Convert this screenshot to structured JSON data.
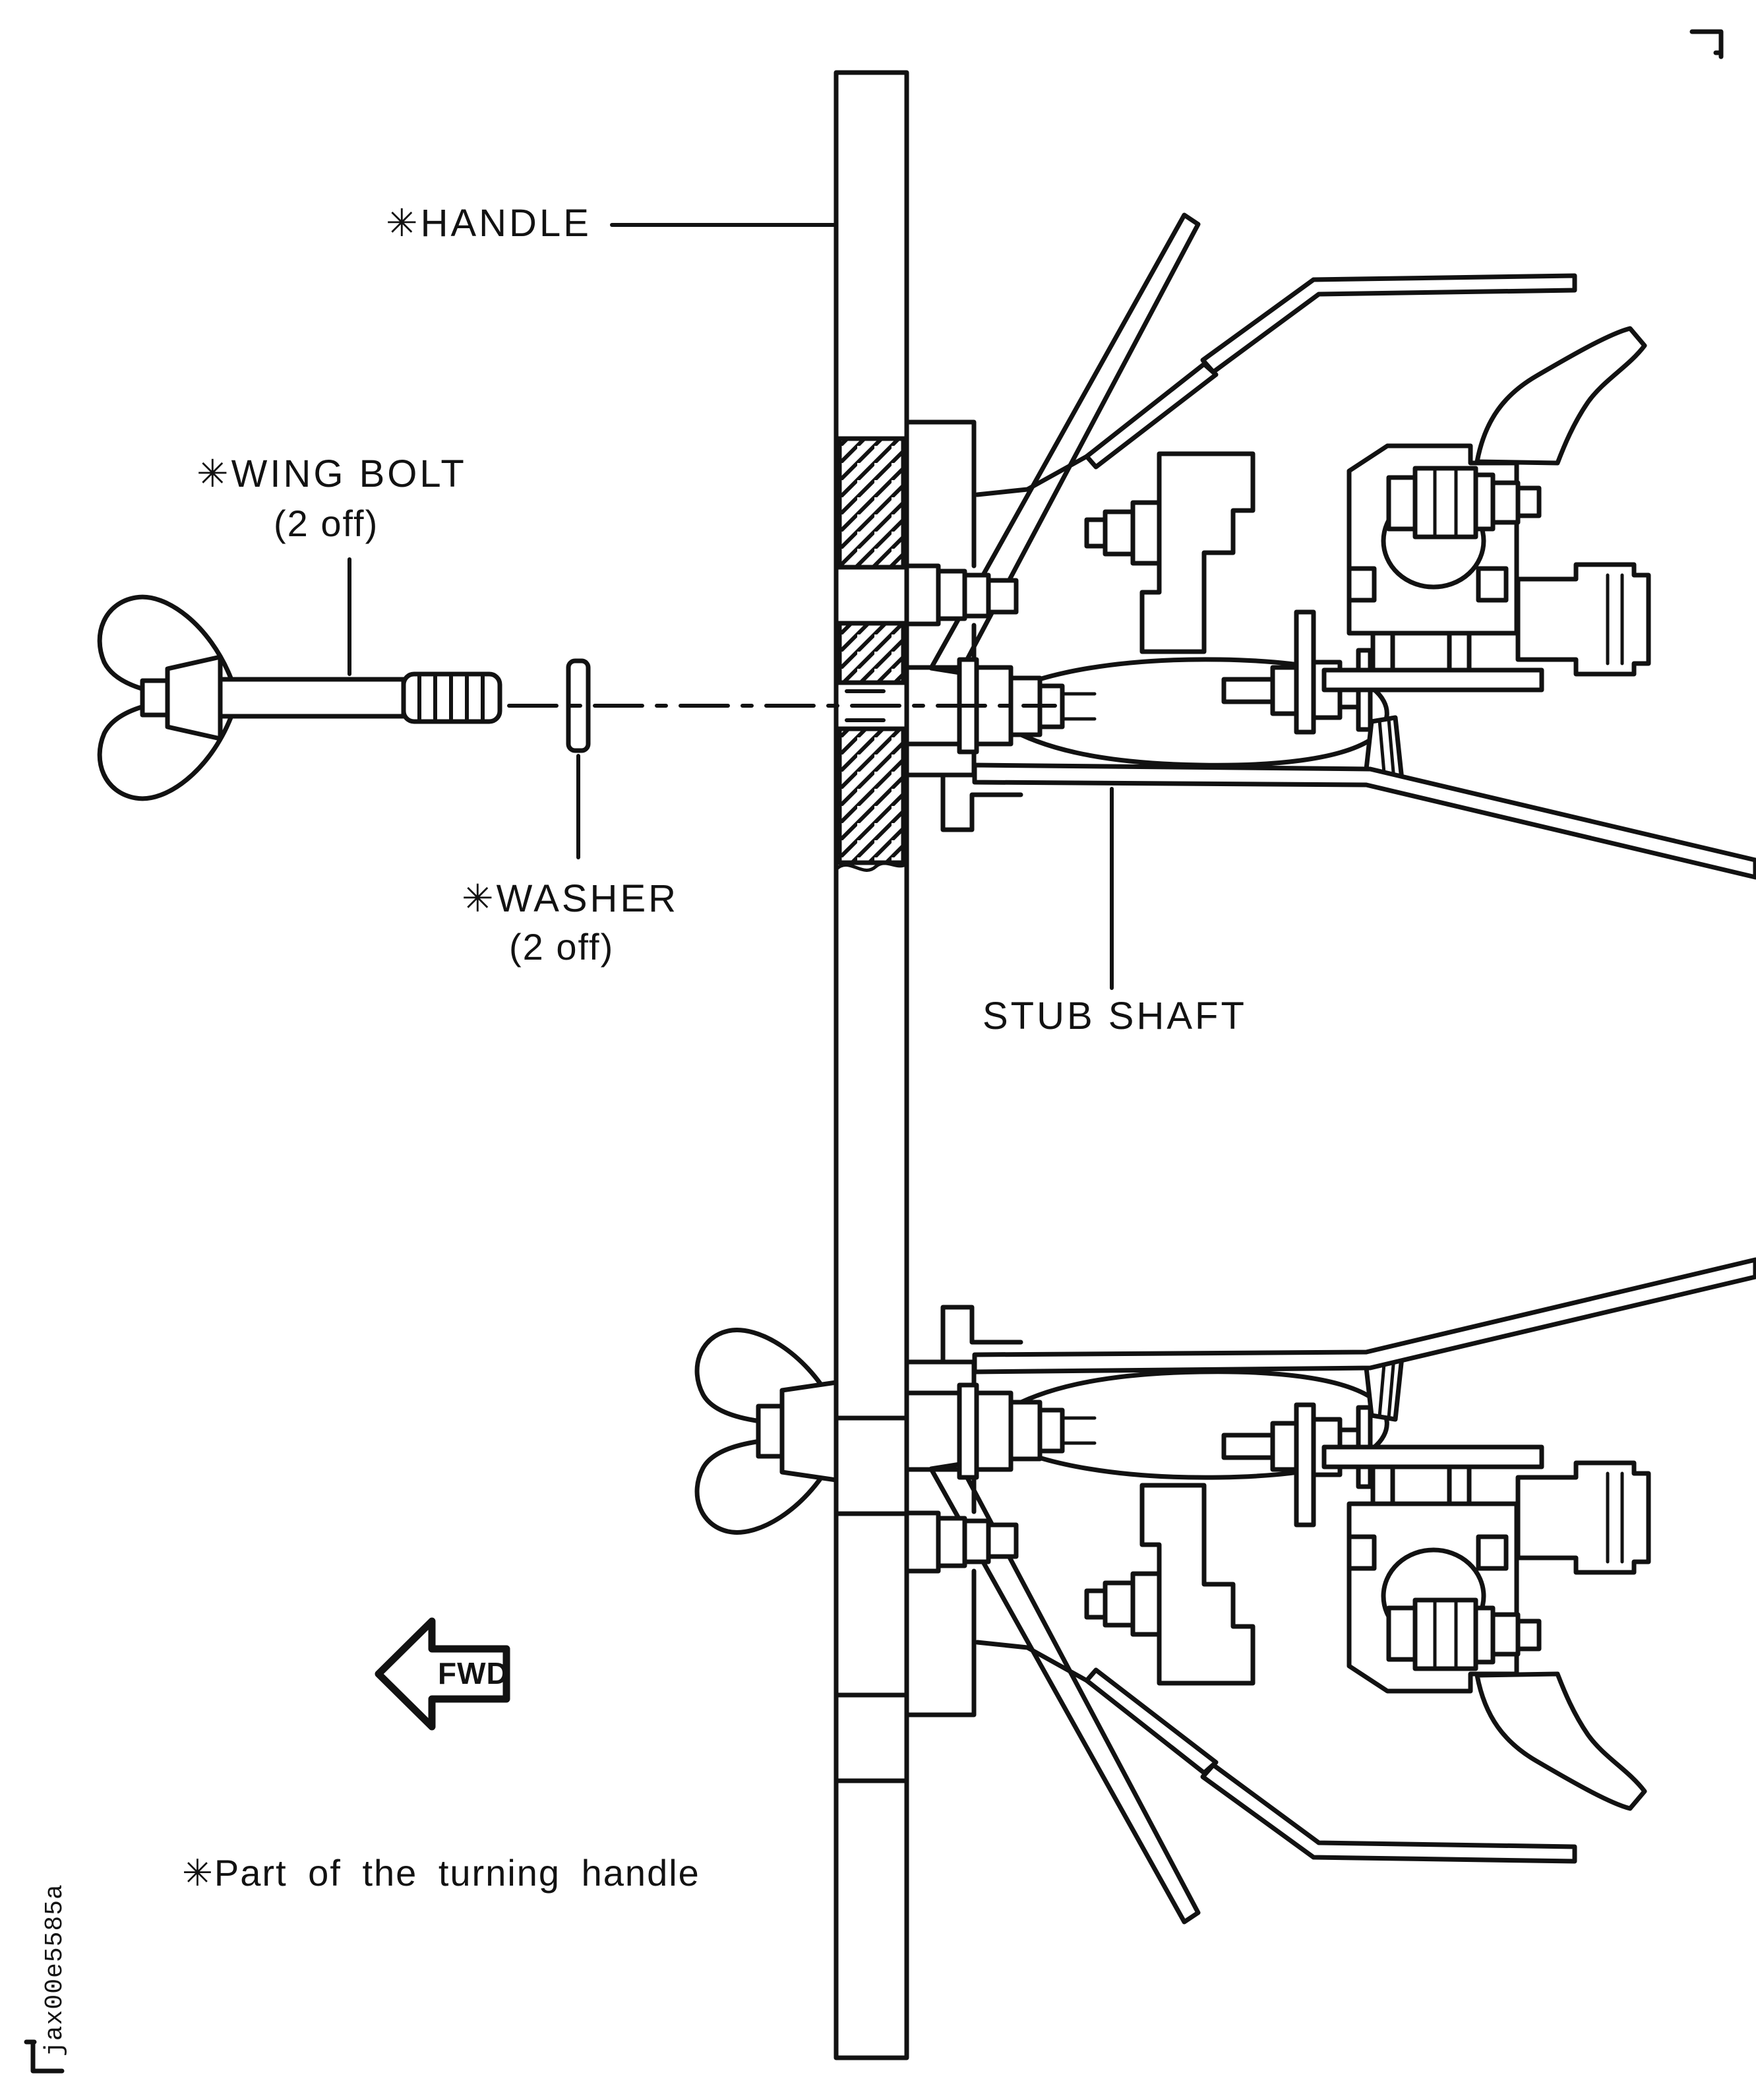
{
  "page": {
    "background": "#ffffff",
    "ink": "#121212",
    "type": "exploded cross-section line drawing"
  },
  "figure": {
    "doc_id": "jax00e5585a",
    "footnote": "✳Part of the turning handle",
    "direction_arrow": "FWD",
    "labels": {
      "handle": "✳HANDLE",
      "wing_bolt": "✳WING BOLT",
      "wing_bolt_qty": "(2 off)",
      "washer": "✳WASHER",
      "washer_qty": "(2 off)",
      "stub_shaft": "STUB SHAFT"
    }
  }
}
